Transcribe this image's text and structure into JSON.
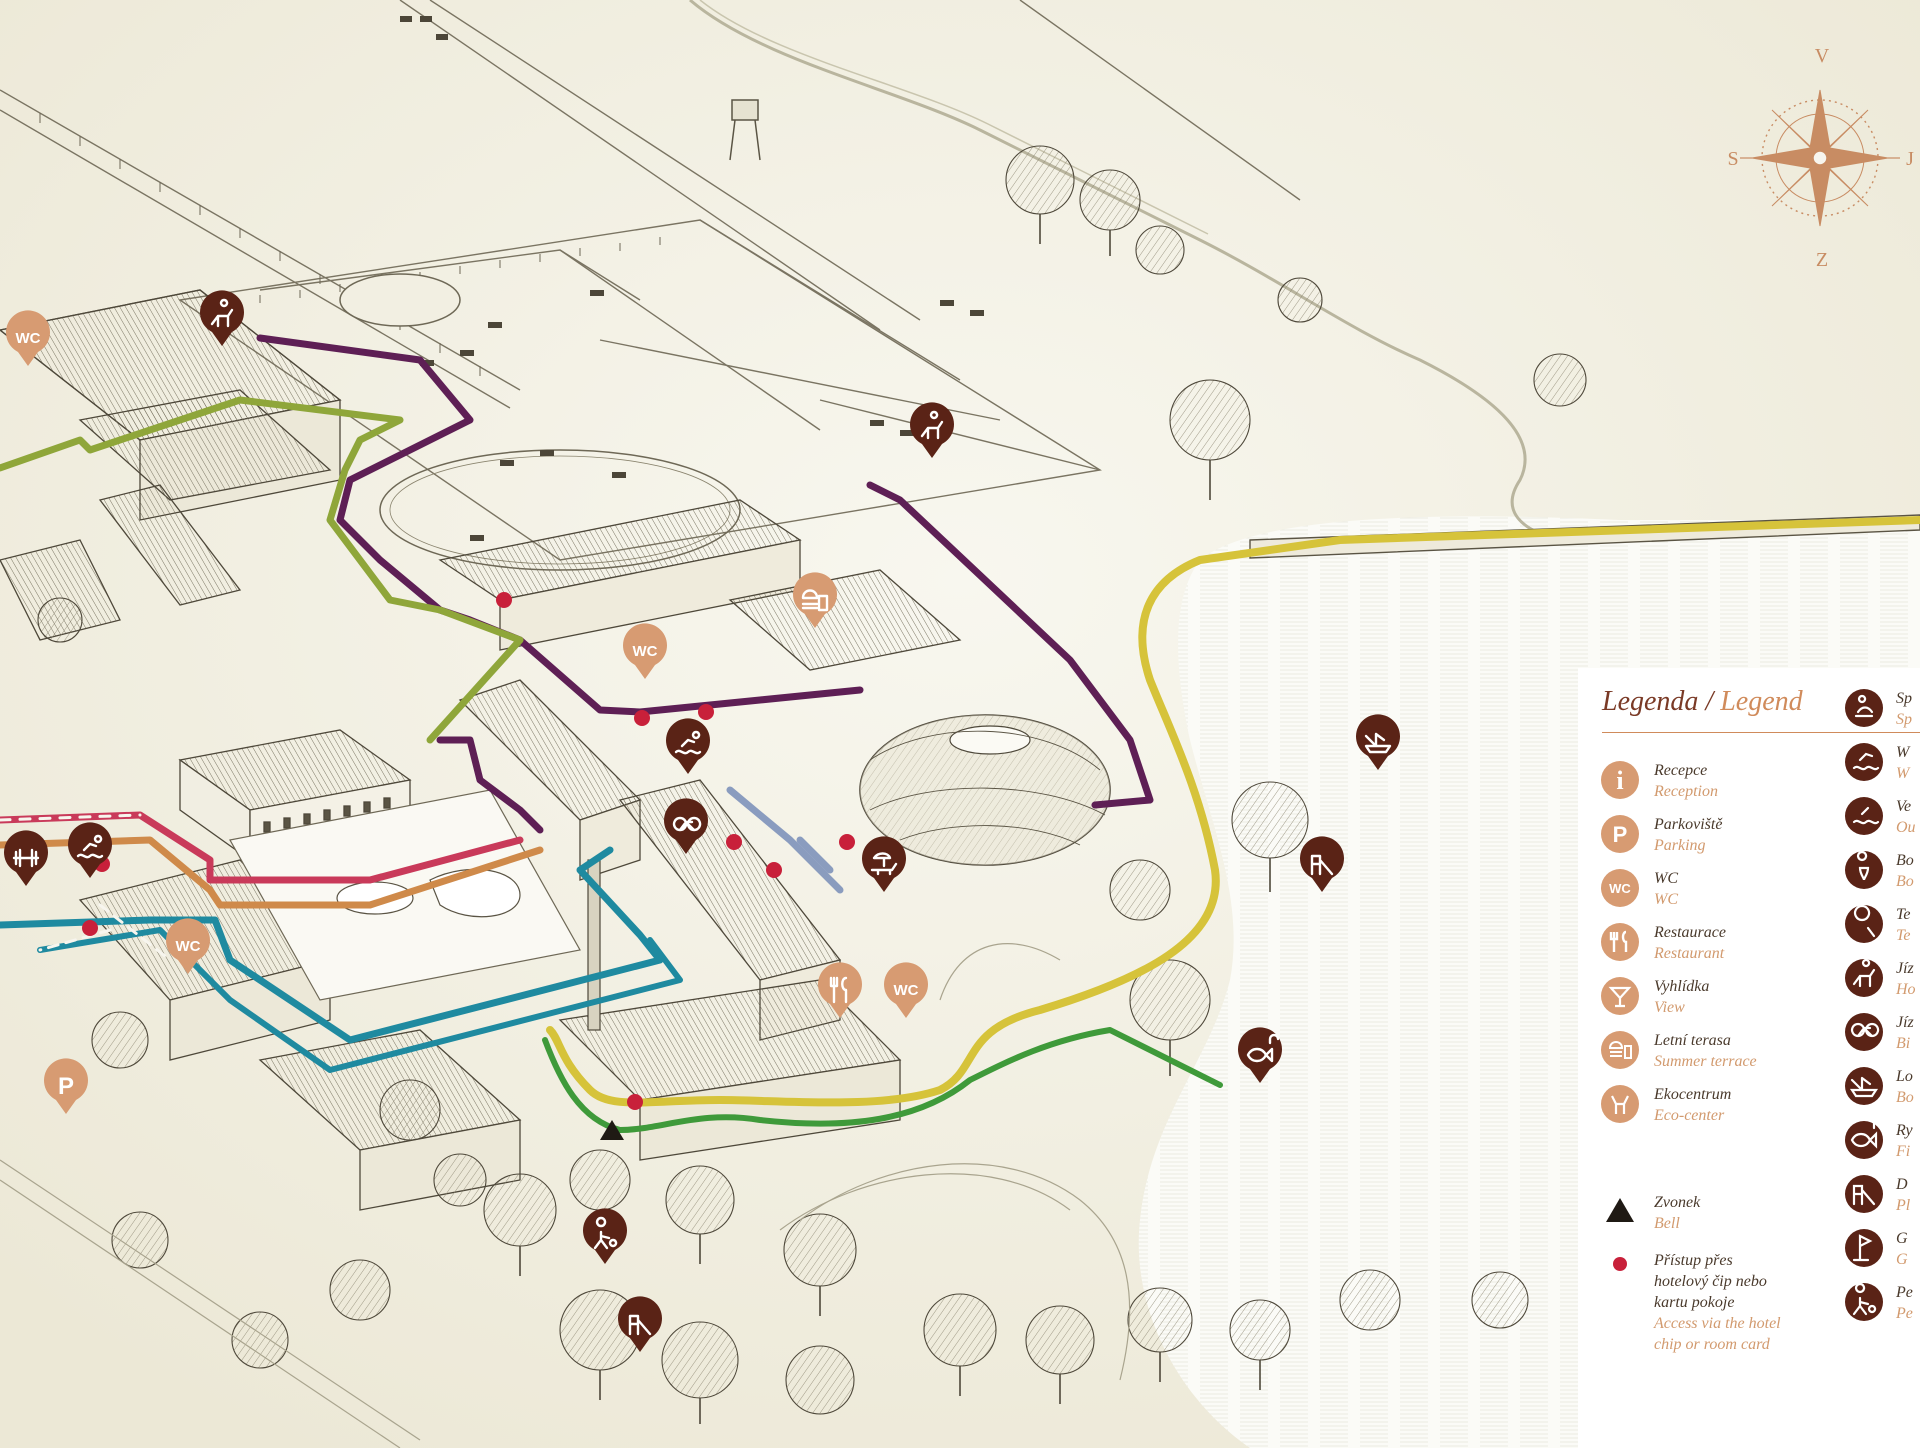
{
  "compass": {
    "north": "V",
    "south": "Z",
    "west": "S",
    "east": "J"
  },
  "map_pins": [
    {
      "id": "wc-nw",
      "type": "wc",
      "label": "WC"
    },
    {
      "id": "wc-center",
      "type": "wc",
      "label": "WC"
    },
    {
      "id": "wc-south",
      "type": "wc",
      "label": "WC"
    },
    {
      "id": "wc-restaurant",
      "type": "wc",
      "label": "WC"
    },
    {
      "id": "parking",
      "type": "parking",
      "label": "P"
    },
    {
      "id": "restaurant",
      "type": "restaurant"
    },
    {
      "id": "summer-terrace",
      "type": "terrace"
    },
    {
      "id": "horse-riding-1",
      "type": "horse-riding"
    },
    {
      "id": "horse-riding-2",
      "type": "horse-riding"
    },
    {
      "id": "pool",
      "type": "swimming"
    },
    {
      "id": "gym",
      "type": "gym"
    },
    {
      "id": "wellness-pool",
      "type": "swimming"
    },
    {
      "id": "bike",
      "type": "bike"
    },
    {
      "id": "sunbathing",
      "type": "sunbed"
    },
    {
      "id": "boating",
      "type": "boat"
    },
    {
      "id": "playground-lake",
      "type": "playground"
    },
    {
      "id": "fishing",
      "type": "fishing"
    },
    {
      "id": "petanque",
      "type": "petanque"
    },
    {
      "id": "playground-park",
      "type": "playground"
    }
  ],
  "legend": {
    "title_cz": "Legenda",
    "separator": " / ",
    "title_en": "Legend",
    "left": [
      {
        "icon": "info-icon",
        "glyph": "i",
        "cz": "Recepce",
        "en": "Reception"
      },
      {
        "icon": "parking-icon",
        "glyph": "P",
        "cz": "Parkoviště",
        "en": "Parking"
      },
      {
        "icon": "wc-icon",
        "glyph": "WC",
        "cz": "WC",
        "en": "WC"
      },
      {
        "icon": "restaurant-icon",
        "glyph": "",
        "cz": "Restaurace",
        "en": "Restaurant"
      },
      {
        "icon": "view-icon",
        "glyph": "",
        "cz": "Vyhlídka",
        "en": "View"
      },
      {
        "icon": "summer-terrace-icon",
        "glyph": "",
        "cz": "Letní terasa",
        "en": "Summer terrace"
      },
      {
        "icon": "eco-center-icon",
        "glyph": "",
        "cz": "Ekocentrum",
        "en": "Eco-center"
      }
    ],
    "bell": {
      "icon": "bell-icon",
      "cz": "Zvonek",
      "en": "Bell"
    },
    "access": {
      "icon": "access-dot-icon",
      "cz_lines": [
        "Přístup přes",
        "hotelový čip nebo",
        "kartu pokoje"
      ],
      "en_lines": [
        "Access via the hotel",
        "chip or room card"
      ]
    },
    "right": [
      {
        "icon": "spa-icon",
        "cz": "Sp",
        "en": "Sp"
      },
      {
        "icon": "wellness-icon",
        "cz": "W",
        "en": "W"
      },
      {
        "icon": "outdoor-pool-icon",
        "cz": "Ve",
        "en": "Ou"
      },
      {
        "icon": "bowling-icon",
        "cz": "Bo",
        "en": "Bo"
      },
      {
        "icon": "tennis-icon",
        "cz": "Te",
        "en": "Te"
      },
      {
        "icon": "horse-riding-icon",
        "cz": "Jíz",
        "en": "Ho"
      },
      {
        "icon": "bike-icon",
        "cz": "Jíz",
        "en": "Bi"
      },
      {
        "icon": "boat-icon",
        "cz": "Lo",
        "en": "Bo"
      },
      {
        "icon": "fishing-icon",
        "cz": "Ry",
        "en": "Fi"
      },
      {
        "icon": "playground-icon",
        "cz": "D",
        "en": "Pl"
      },
      {
        "icon": "golf-icon",
        "cz": "G",
        "en": "G"
      },
      {
        "icon": "petanque-icon",
        "cz": "Pe",
        "en": "Pe"
      }
    ]
  },
  "colors": {
    "pin_dark": "#5a2316",
    "pin_light": "#d79b72",
    "route_purple": "#5e1f55",
    "route_olive": "#8fa63a",
    "route_yellow": "#d6c33a",
    "route_green": "#3f9a3a",
    "route_pink": "#c93a5a",
    "route_orange": "#cf8a4a",
    "route_teal": "#1f8aa0",
    "route_blue": "#6f86b4",
    "access_dot": "#c8203a"
  }
}
